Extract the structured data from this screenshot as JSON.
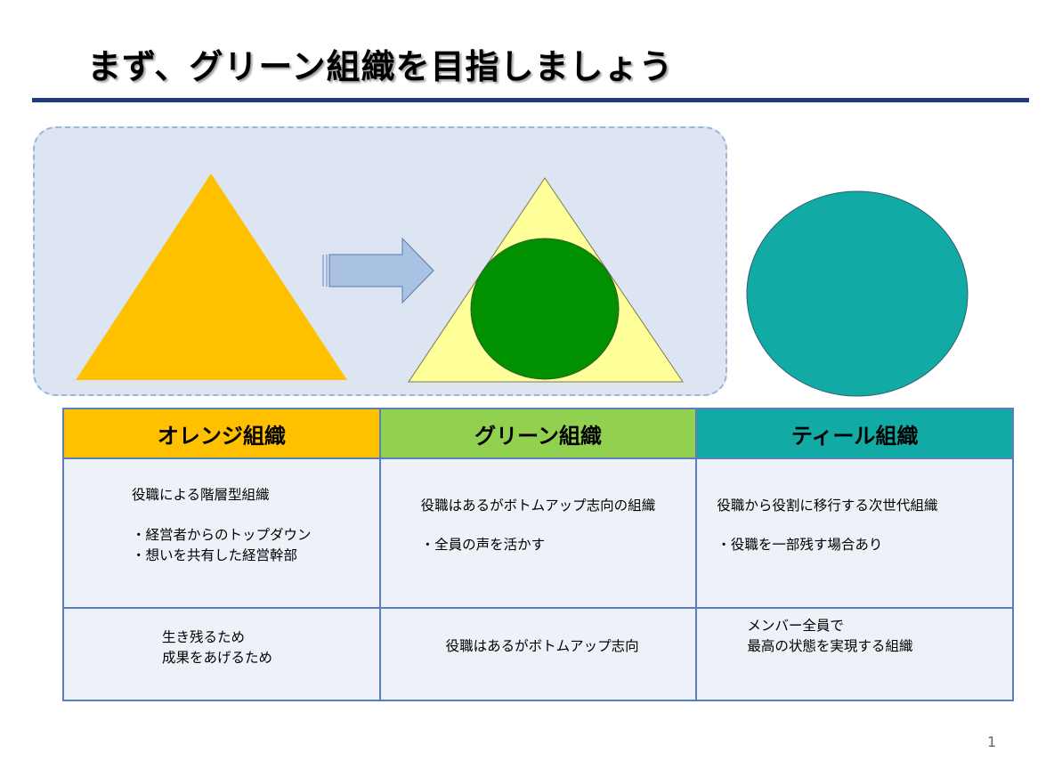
{
  "title": "まず、グリーン組織を目指しましょう",
  "page_number": "1",
  "colors": {
    "orange_org": "#ffc000",
    "green_org": "#92d050",
    "teal_org": "#11aaa5",
    "green_circle": "#009000",
    "light_yellow_triangle": "#ffff99",
    "title_rule": "#1f3d7a",
    "highlight_bg": "#dce5f1"
  },
  "diagram": {
    "shapes": [
      "orange-triangle",
      "arrow-right",
      "yellow-triangle-with-green-circle",
      "teal-circle"
    ]
  },
  "table": {
    "headers": [
      "オレンジ組織",
      "グリーン組織",
      "ティール組織"
    ],
    "row1": {
      "orange": {
        "lead": "役職による階層型組織",
        "bullets": [
          "・経営者からのトップダウン",
          "・想いを共有した経営幹部"
        ]
      },
      "green": {
        "lead": "役職はあるがボトムアップ志向の組織",
        "bullets": [
          "・全員の声を活かす"
        ]
      },
      "teal": {
        "lead": "役職から役割に移行する次世代組織",
        "bullets": [
          "・役職を一部残す場合あり"
        ]
      }
    },
    "row2": {
      "orange": [
        "生き残るため",
        "成果をあげるため"
      ],
      "green": [
        "役職はあるがボトムアップ志向"
      ],
      "teal": [
        "メンバー全員で",
        "最高の状態を実現する組織"
      ]
    }
  }
}
